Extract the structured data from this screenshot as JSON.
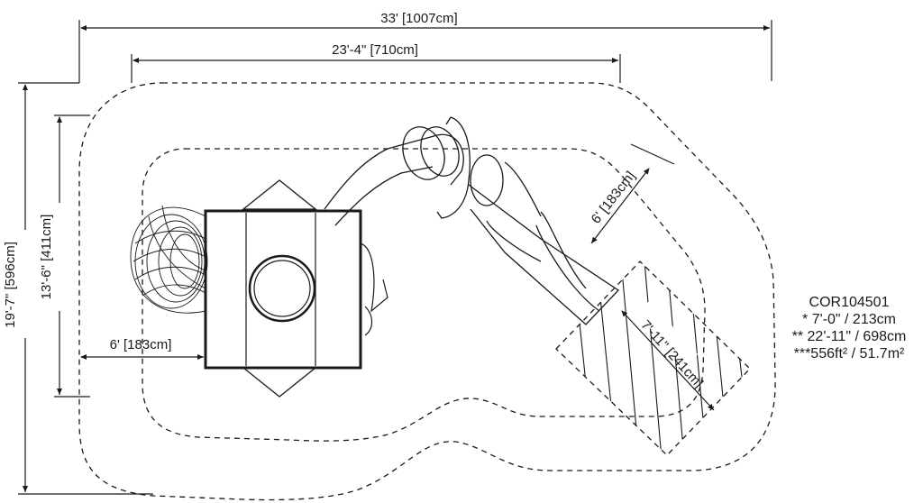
{
  "dimensions": {
    "overall_width": "33' [1007cm]",
    "inner_width": "23'-4\" [710cm]",
    "overall_depth": "19'-7\" [596cm]",
    "inner_depth": "13'-6\" [411cm]",
    "side_clearance": "6' [183cm]",
    "slide_clearance": "6' [183cm]",
    "exit_zone": "7'-11\" [241cm]"
  },
  "specs": {
    "model": "COR104501",
    "height": "* 7'-0\" / 213cm",
    "length": "** 22'-11\" / 698cm",
    "area": "***556ft² / 51.7m²"
  }
}
